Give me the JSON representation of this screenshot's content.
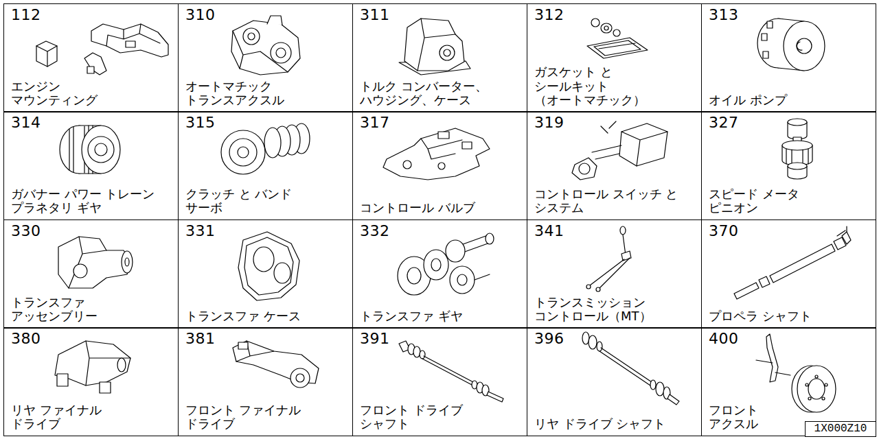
{
  "diagram": {
    "nodes": [
      {
        "text": [
          "112",
          "エンジン マウンティング"
        ]
      },
      {
        "text": [
          "310",
          "オートマチック トランスアクスル"
        ]
      },
      {
        "text": [
          "311",
          "トルク コンバーター、 ハウジング、ケース"
        ]
      },
      {
        "text": [
          "312",
          "ガスケット と シールキット （オートマチック）"
        ]
      },
      {
        "text": [
          "313",
          "オイル ポンプ"
        ]
      },
      {
        "text": [
          "314",
          "ガバナー パワー トレーン プラネタリ ギヤ"
        ]
      },
      {
        "text": [
          "315",
          "クラッチ と バンド サーボ"
        ]
      },
      {
        "text": [
          "317",
          "コントロール バルブ"
        ]
      },
      {
        "text": [
          "319",
          "コントロール スイッチ と システム"
        ]
      },
      {
        "text": [
          "327",
          "スピード メータ ピニオン"
        ]
      },
      {
        "text": [
          "330",
          "トランスファ アッセンブリー"
        ]
      },
      {
        "text": [
          "331",
          "トランスファ ケース"
        ]
      },
      {
        "text": [
          "332",
          "トランスファ ギヤ"
        ]
      },
      {
        "text": [
          "341",
          "トランスミッション コントロール（MT）"
        ]
      },
      {
        "text": [
          "370",
          "プロペラ シャフト"
        ]
      },
      {
        "text": [
          "380",
          "リヤ ファイナル ドライブ"
        ]
      },
      {
        "text": [
          "381",
          "フロント ファイナル ドライブ"
        ]
      },
      {
        "text": [
          "391",
          "フロント ドライブ シャフト"
        ]
      },
      {
        "text": [
          "396",
          "リヤ ドライブ シャフト"
        ]
      },
      {
        "text": [
          "400",
          "フロント アクスル"
        ]
      },
      {
        "text": [
          "1X000Z10"
        ]
      }
    ]
  }
}
